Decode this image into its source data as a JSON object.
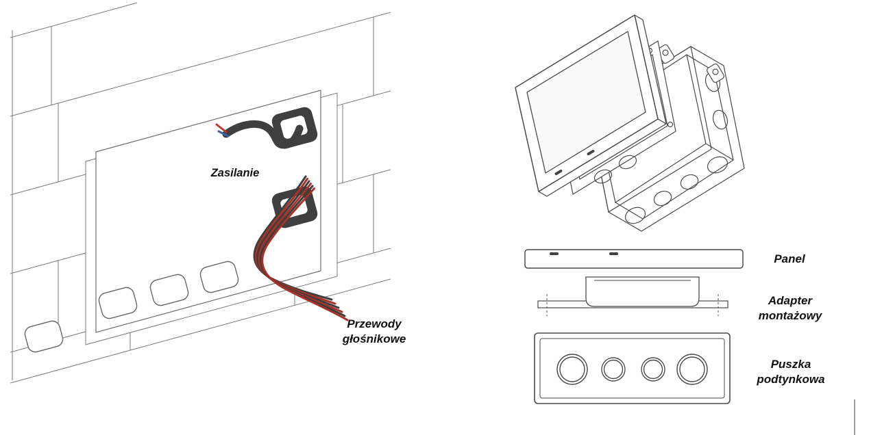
{
  "page": {
    "background": "#ffffff"
  },
  "wall_diagram": {
    "labels": {
      "power": "Zasilanie",
      "speaker_line1": "Przewody",
      "speaker_line2": "głośnikowe"
    },
    "colors": {
      "power_cable": "#3f3f3f",
      "speaker_cable_red": "#a93226",
      "speaker_cable_dark": "#3d3d3d",
      "wall_line": "#777777"
    }
  },
  "assembly_diagram": {
    "labels": {
      "panel": "Panel",
      "adapter_line1": "Adapter",
      "adapter_line2": "montażowy",
      "box_line1": "Puszka",
      "box_line2": "podtynkowa"
    },
    "colors": {
      "outline": "#4a4a4a",
      "text": "#111111"
    }
  }
}
